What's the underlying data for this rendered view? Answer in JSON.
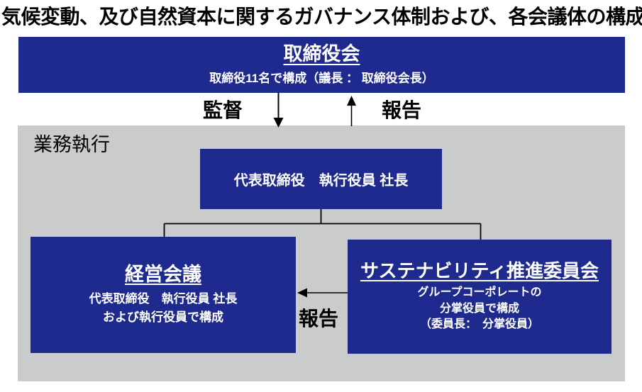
{
  "page": {
    "title": "気候変動、及び自然資本に関するガバナンス体制および、各会議体の構成"
  },
  "colors": {
    "box_blue": "#1f2a8e",
    "area_gray": "#cacccb",
    "line_black": "#000000",
    "text_white": "#ffffff"
  },
  "board": {
    "title": "取締役会",
    "composition": "取締役11名で構成（議長 ： 取締役会長）"
  },
  "flows": {
    "supervision_label": "監督",
    "report_up_label": "報告",
    "report_left_label": "報告"
  },
  "execution": {
    "label": "業務執行",
    "president_box": {
      "title": "代表取締役　執行役員 社長"
    },
    "management_box": {
      "title": "経営会議",
      "line1": "代表取締役　執行役員 社長",
      "line2": "および執行役員で構成"
    },
    "sustainability_box": {
      "title": "サステナビリティ推進委員会",
      "line1": "グループコーポレートの",
      "line2": "分掌役員で構成",
      "line3": "（委員長：　分掌役員）"
    }
  }
}
